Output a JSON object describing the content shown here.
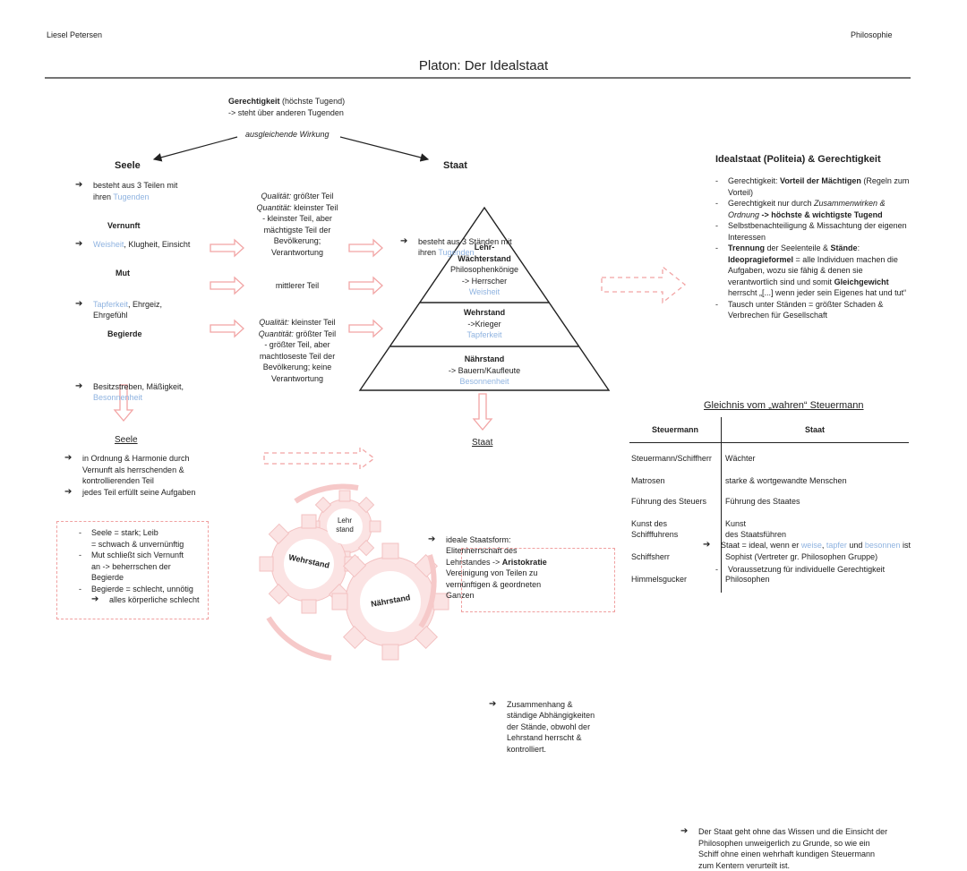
{
  "header": {
    "author": "Liesel Petersen",
    "subject": "Philosophie",
    "title": "Platon: Der Idealstaat"
  },
  "top": {
    "gerechtigkeit": "Gerechtigkeit",
    "tugend": " (höchste Tugend)",
    "line2": "-> steht über anderen Tugenden",
    "wirkung": "ausgleichende Wirkung"
  },
  "seele": {
    "heading": "Seele",
    "intro_a": "besteht aus 3 Teilen mit",
    "intro_b": "ihren ",
    "intro_c": "Tugenden",
    "vernunft": "Vernunft",
    "vernunft_a": "Weisheit",
    "vernunft_b": ", Klugheit, Einsicht",
    "mut": "Mut",
    "mut_a": "Tapferkeit",
    "mut_b": ", Ehrgeiz,",
    "mut_c": "Ehrgefühl",
    "begierde": "Begierde",
    "begierde_a": "Besitzstreben, Mäßigkeit,",
    "begierde_b": "Besonnenheit"
  },
  "middle": {
    "q1_label": "Qualität:",
    "q1_text": " größter Teil",
    "q2_label": "Quantität:",
    "q2_text": " kleinster Teil",
    "q3": "- kleinster Teil, aber",
    "q4": "mächtigste Teil der",
    "q5": "Bevölkerung;",
    "q6": "Verantwortung",
    "mittlerer": "mittlerer Teil",
    "r1_label": "Qualität:",
    "r1_text": " kleinster Teil",
    "r2_label": "Quantität:",
    "r2_text": " größter Teil",
    "r3": "- größter Teil, aber",
    "r4": "machtloseste Teil der",
    "r5": "Bevölkerung; keine",
    "r6": "Verantwortung"
  },
  "staat": {
    "heading": "Staat",
    "intro_a": "besteht aus 3 Ständen mit",
    "intro_b": "ihren ",
    "intro_c": "Tugenden"
  },
  "pyramid": {
    "top_a": "Lehr-",
    "top_b": "Wächterstand",
    "top_c": "Philosophenkönige",
    "top_d": "-> Herrscher",
    "top_e": "Weisheit",
    "mid_a": "Wehrstand",
    "mid_b": "->Krieger",
    "mid_c": "Tapferkeit",
    "bot_a": "Nährstand",
    "bot_b": "-> Bauern/Kaufleute",
    "bot_c": "Besonnenheit"
  },
  "seele2": {
    "heading": "Seele",
    "a1": "in Ordnung & Harmonie durch",
    "a2": "Vernunft als herrschenden &",
    "a3": "kontrollierenden Teil",
    "b1": "jedes Teil erfüllt seine Aufgaben"
  },
  "seelebox": {
    "l1": "Seele = stark; Leib",
    "l2": "= schwach & unvernünftig",
    "l3": "Mut schließt sich Vernunft",
    "l4": "an -> beherrschen der",
    "l5": "Begierde",
    "l6": "Begierde = schlecht, unnötig",
    "l7": "alles körperliche schlecht"
  },
  "gears": {
    "lehr_a": "Lehr",
    "lehr_b": "stand",
    "wehr": "Wehrstand",
    "naehr": "Nährstand"
  },
  "staat2": {
    "heading": "Staat",
    "l1": "ideale Staatsform:",
    "l2": "Elitenherrschaft des",
    "l3a": "Lehrstandes -> ",
    "l3b": "Aristokratie",
    "l4": "Vereinigung von Teilen zu",
    "l5": "vernünftigen & geordneten",
    "l6": "Ganzen"
  },
  "zusammenhang": {
    "l1": "Zusammenhang &",
    "l2": "ständige Abhängigkeiten",
    "l3": "der Stände, obwohl der",
    "l4": "Lehrstand herrscht &",
    "l5": "kontrolliert."
  },
  "ideal": {
    "heading": "Idealstaat (Politeia) & Gerechtigkeit",
    "p1a": "Gerechtigkeit: ",
    "p1b": "Vorteil der Mächtigen",
    "p1c": " (Regeln zum",
    "p1d": "Vorteil)",
    "p2a": "Gerechtigkeit nur durch ",
    "p2b": "Zusammenwirken &",
    "p2c": "Ordnung",
    "p2d": " -> höchste & wichtigste Tugend",
    "p3a": "Selbstbenachteiligung & Missachtung der eigenen",
    "p3b": "Interessen",
    "p4a": "Trennung",
    "p4b": " der Seelenteile & ",
    "p4c": "Stände",
    "p4d": ":",
    "p5a": "Ideopragieformel",
    "p5b": " = alle Individuen machen die",
    "p6": "Aufgaben, wozu sie fähig & denen sie",
    "p7a": "verantwortlich sind und somit ",
    "p7b": "Gleichgewicht",
    "p8": "herrscht „[...] wenn jeder sein Eigenes hat und tut“",
    "p9a": "Tausch unter Ständen = größter Schaden &",
    "p9b": "Verbrechen für Gesellschaft",
    "s1": "Staat = ideal, wenn er ",
    "s2": "weise",
    "s3": ", ",
    "s4": "tapfer",
    "s5": " und ",
    "s6": "besonnen",
    "s7": " ist",
    "s8": "Voraussetzung für individuelle Gerechtigkeit"
  },
  "gleichnis": {
    "title": "Gleichnis vom „wahren“ Steuermann",
    "col1": "Steuermann",
    "col2": "Staat",
    "rows": [
      [
        "Steuermann/Schiffherr",
        "Wächter"
      ],
      [
        "Matrosen",
        "starke & wortgewandte Menschen"
      ],
      [
        "Führung des Steuers",
        "Führung des Staates"
      ],
      [
        "Kunst des",
        "Kunst"
      ],
      [
        "Schifffuhrens",
        "des Staatsführen"
      ],
      [
        "Schiffsherr",
        "Sophist (Vertreter gr. Philosophen Gruppe)"
      ],
      [
        "Himmelsgucker",
        "Philosophen"
      ]
    ],
    "f1": "Der Staat geht ohne das Wissen und die Einsicht der",
    "f2": "Philosophen unweigerlich zu Grunde, so wie ein",
    "f3": "Schiff ohne einen wehrhaft kundigen Steuermann",
    "f4": "zum Kentern verurteilt ist."
  }
}
